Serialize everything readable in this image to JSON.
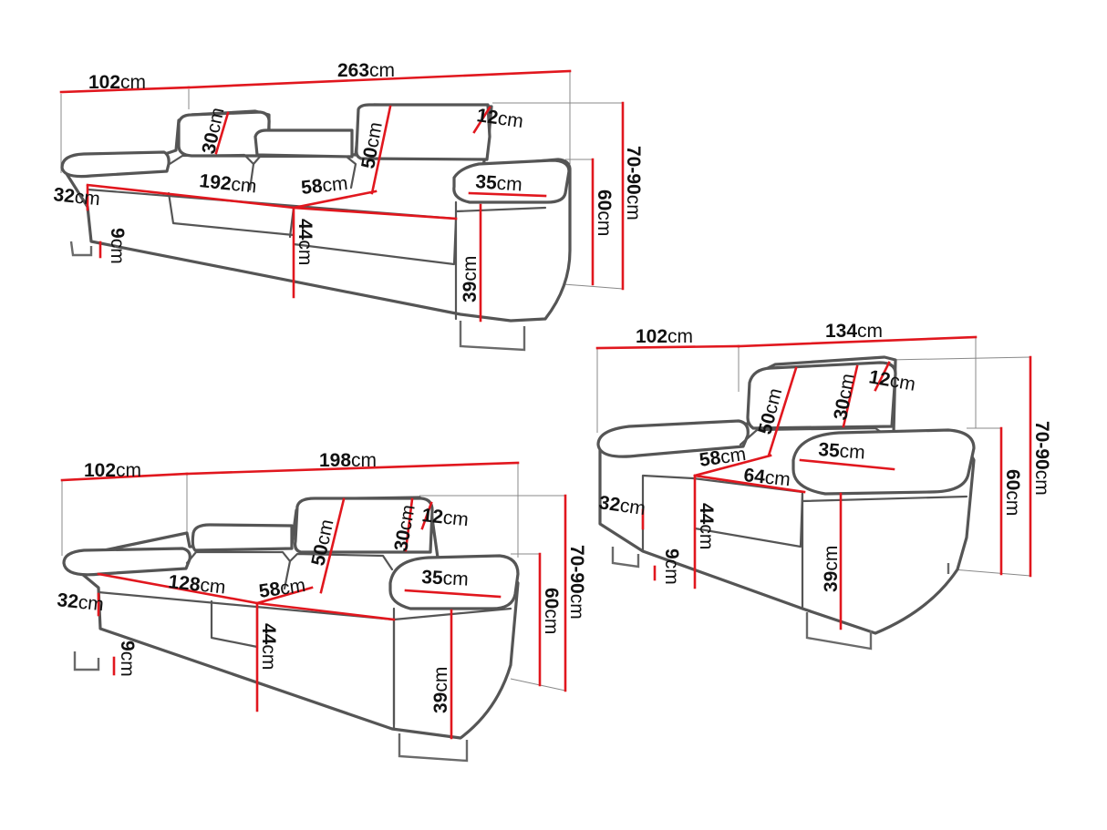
{
  "unit": "cm",
  "colors": {
    "measure_line": "#e1171e",
    "outline": "#555555",
    "guide": "#888888",
    "text": "#111111"
  },
  "sofa_3": {
    "depth": "102",
    "width": "263",
    "headrest_height": "30",
    "headrest_depth": "12",
    "back_height": "50",
    "total_height": "70-90",
    "seat_width": "192",
    "seat_depth": "58",
    "armrest_width": "35",
    "armrest_height_side": "32",
    "leg_height": "9",
    "seat_height": "44",
    "armrest_height": "60",
    "arm_front_height": "39"
  },
  "sofa_2": {
    "depth": "102",
    "width": "198",
    "headrest_height": "30",
    "headrest_depth": "12",
    "back_height": "50",
    "total_height": "70-90",
    "seat_width": "128",
    "seat_depth": "58",
    "armrest_width": "35",
    "armrest_height_side": "32",
    "leg_height": "9",
    "seat_height": "44",
    "armrest_height": "60",
    "arm_front_height": "39"
  },
  "armchair": {
    "depth": "102",
    "width": "134",
    "headrest_height": "30",
    "headrest_depth": "12",
    "back_height": "50",
    "total_height": "70-90",
    "seat_width": "64",
    "seat_depth": "58",
    "armrest_width": "35",
    "armrest_height_side": "32",
    "leg_height": "9",
    "seat_height": "44",
    "armrest_height": "60",
    "arm_front_height": "39"
  }
}
